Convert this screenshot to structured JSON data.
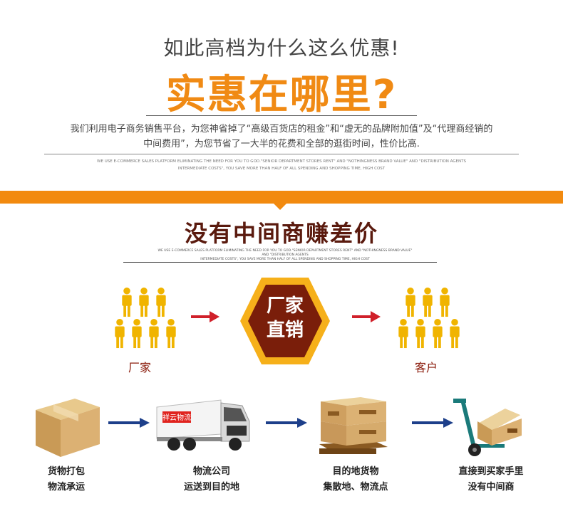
{
  "header": {
    "question": "如此高档为什么这么优惠!",
    "headline": "实惠在哪里?",
    "desc_line1": "我们利用电子商务销售平台，为您神省掉了“高级百货店的租金”和“虚无的品牌附加值”及“代理商经销的",
    "desc_line2": "中间费用”，为您节省了一大半的花费和全部的逛街时间，性价比高.",
    "en_line1": "WE USE E-COMMERCE SALES PLATFORM ELIMINATING THE NEED FOR YOU TO GOD.\"SENIOR DEPARTMENT STORES RENT\" AND \"NOTHINGNESS BRAND VALUE\" AND \"DISTRIBUTION AGENTS",
    "en_line2": "INTERMEDIATE COSTS\", YOU SAVE MORE THAN HALF OF ALL SPENDING AND SHOPPING TIME, HIGH COST"
  },
  "section2": {
    "title": "没有中间商赚差价",
    "en_line1": "WE USE E-COMMERCE SALES PLATFORM ELIMINATING THE NEED FOR YOU TO GOD.\"SENIOR DEPARTMENT STORES RENT\" AND \"NOTHINGNESS BRAND VALUE\" AND \"DISTRIBUTION AGENTS",
    "en_line2": "INTERMEDIATE COSTS\", YOU SAVE MORE THAN HALF OF ALL SPENDING AND SHOPPING TIME, HIGH COST",
    "hex_line1": "厂家",
    "hex_line2": "直销",
    "left_label": "厂家",
    "right_label": "客户"
  },
  "flow": [
    {
      "line1": "货物打包",
      "line2": "物流承运",
      "icon": "cardboard-box-icon"
    },
    {
      "line1": "物流公司",
      "line2": "运送到目的地",
      "icon": "truck-icon",
      "truck_text": "祥云物流"
    },
    {
      "line1": "目的地货物",
      "line2": "集散地、物流点",
      "icon": "pallet-boxes-icon"
    },
    {
      "line1": "直接到买家手里",
      "line2": "没有中间商",
      "icon": "hand-truck-icon"
    }
  ],
  "colors": {
    "accent": "#f28a0f",
    "brown": "#7a1e0a",
    "arrow_red": "#d0202a",
    "arrow_blue": "#1d3f8a",
    "person": "#f0b400"
  }
}
